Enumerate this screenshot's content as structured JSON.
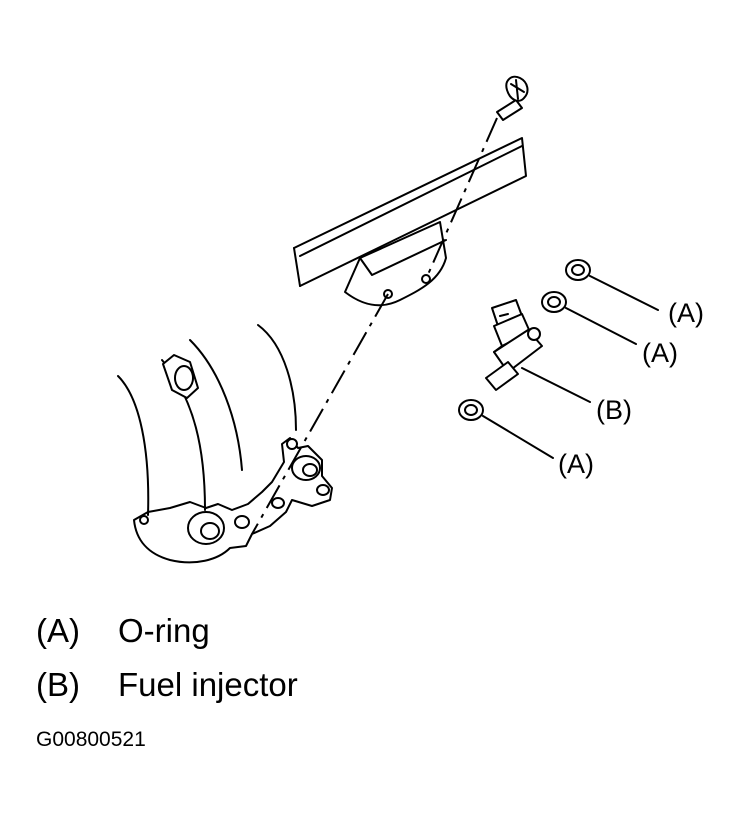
{
  "callouts": [
    "(A)",
    "(A)",
    "(B)",
    "(A)"
  ],
  "legend": [
    {
      "code": "(A)",
      "label": "O-ring"
    },
    {
      "code": "(B)",
      "label": "Fuel injector"
    }
  ],
  "figure_id": "G00800521"
}
